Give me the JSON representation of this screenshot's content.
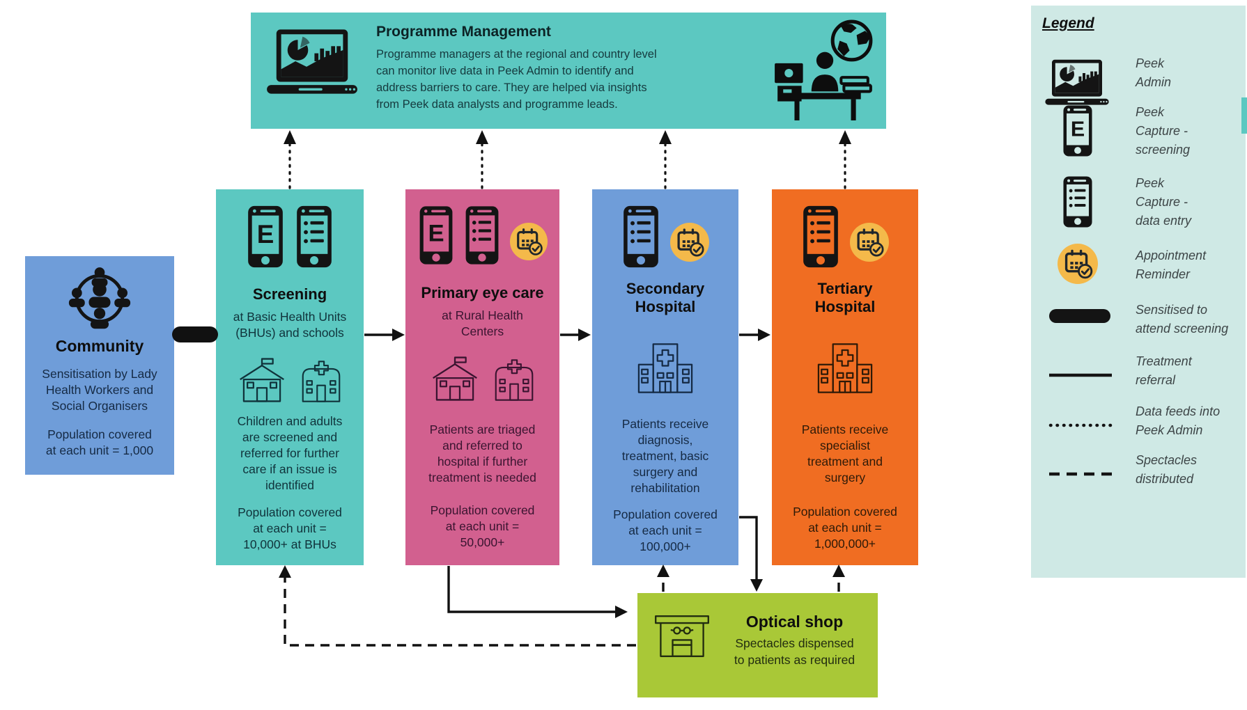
{
  "colors": {
    "teal": "#5CC8C1",
    "mint": "#CFE9E5",
    "blue": "#6F9DD9",
    "pink": "#D2608F",
    "orange": "#F06D22",
    "green": "#A9C837",
    "amber": "#F4B94A",
    "ink": "#111111"
  },
  "programme_management": {
    "title": "Programme Management",
    "body_lines": [
      "Programme managers at the regional and country level",
      "can monitor live data in Peek Admin to identify and",
      "address barriers to care. They are helped via insights",
      "from Peek data analysts and programme leads."
    ]
  },
  "community": {
    "title": "Community",
    "body_lines": [
      "Sensitisation by Lady",
      "Health Workers and",
      "Social Organisers"
    ],
    "population_lines": [
      "Population covered",
      "at each unit = 1,000"
    ]
  },
  "screening": {
    "title": "Screening",
    "subtitle_lines": [
      "at Basic Health Units",
      "(BHUs) and schools"
    ],
    "body_lines": [
      "Children and adults",
      "are screened and",
      "referred for further",
      "care if an issue is",
      "identified"
    ],
    "population_lines": [
      "Population covered",
      "at each unit =",
      "10,000+ at BHUs"
    ]
  },
  "primary_eye_care": {
    "title": "Primary eye care",
    "subtitle_lines": [
      "at Rural Health",
      "Centers"
    ],
    "body_lines": [
      "Patients are triaged",
      "and referred to",
      "hospital if further",
      "treatment is needed"
    ],
    "population_lines": [
      "Population covered",
      "at each unit =",
      "50,000+"
    ]
  },
  "secondary_hospital": {
    "title_lines": [
      "Secondary",
      "Hospital"
    ],
    "body_lines": [
      "Patients receive",
      "diagnosis,",
      "treatment, basic",
      "surgery and",
      "rehabilitation"
    ],
    "population_lines": [
      "Population covered",
      "at each unit =",
      "100,000+"
    ]
  },
  "tertiary_hospital": {
    "title_lines": [
      "Tertiary",
      "Hospital"
    ],
    "body_lines": [
      "Patients receive",
      "specialist",
      "treatment and",
      "surgery"
    ],
    "population_lines": [
      "Population covered",
      "at each unit =",
      "1,000,000+"
    ]
  },
  "optical_shop": {
    "title": "Optical shop",
    "body_lines": [
      "Spectacles dispensed",
      "to patients as required"
    ]
  },
  "legend": {
    "title": "Legend",
    "items": [
      {
        "icon": "peek-admin-icon",
        "label_lines": [
          "Peek",
          "Admin"
        ]
      },
      {
        "icon": "peek-capture-screening-icon",
        "label_lines": [
          "Peek",
          "Capture -",
          "screening"
        ]
      },
      {
        "icon": "peek-capture-data-entry-icon",
        "label_lines": [
          "Peek",
          "Capture -",
          "data entry"
        ]
      },
      {
        "icon": "appointment-reminder-icon",
        "label_lines": [
          "Appointment",
          "Reminder"
        ]
      },
      {
        "icon": "sensitised-line",
        "label_lines": [
          "Sensitised to",
          "attend screening"
        ]
      },
      {
        "icon": "treatment-referral-line",
        "label_lines": [
          "Treatment",
          "referral"
        ]
      },
      {
        "icon": "data-feed-line",
        "label_lines": [
          "Data feeds into",
          "Peek Admin"
        ]
      },
      {
        "icon": "spectacles-distributed-line",
        "label_lines": [
          "Spectacles",
          "distributed"
        ]
      }
    ]
  }
}
